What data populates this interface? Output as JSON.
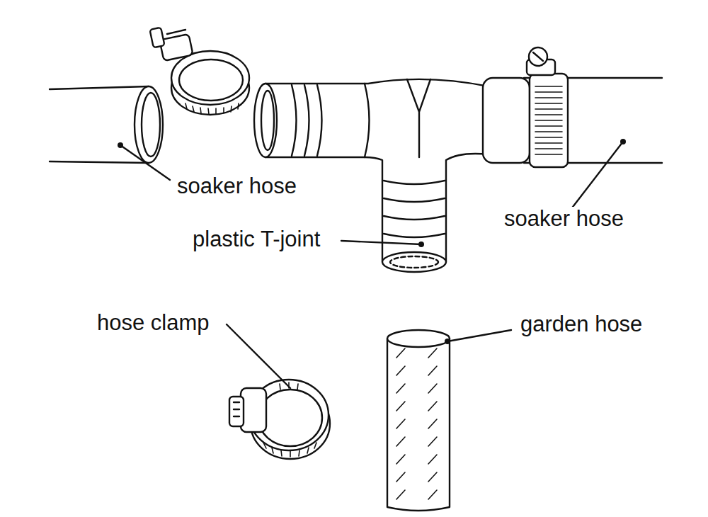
{
  "diagram": {
    "labels": [
      "soaker hose",
      "soaker hose",
      "plastic T-joint",
      "hose clamp",
      "garden hose"
    ]
  }
}
